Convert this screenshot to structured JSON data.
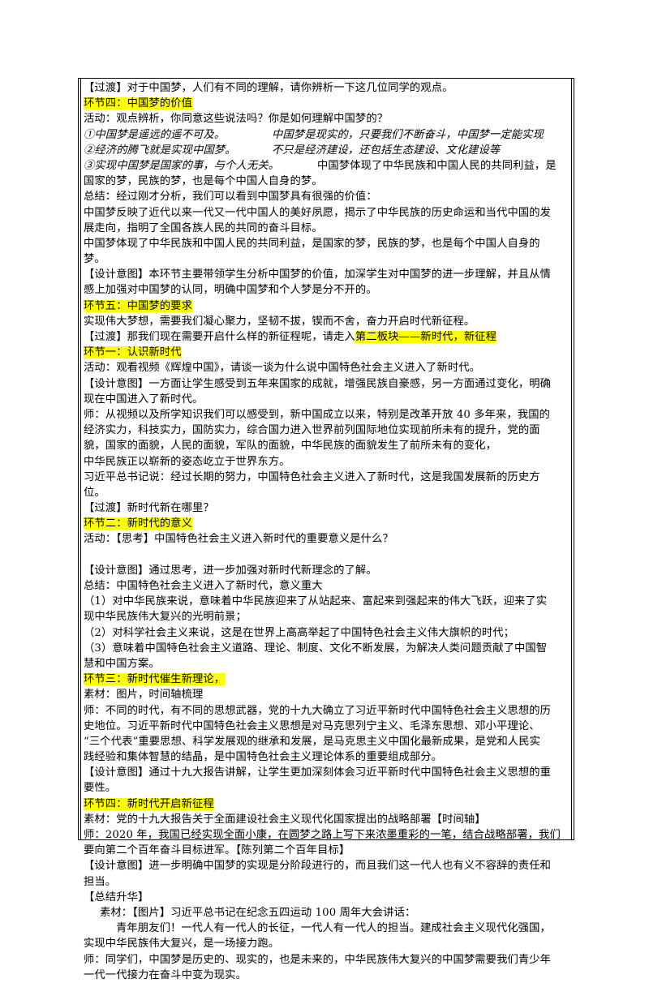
{
  "lines": {
    "l1": "【过渡】对于中国梦，人们有不同的理解，请你辨析一下这几位同学的观点。",
    "l2": "环节四：中国梦的价值",
    "l3": "活动：观点辨析，你同意这些说法吗？你是如何理解中国梦的？",
    "l4a": "①中国梦是遥远的遥不可及。",
    "l4b": "中国梦是现实的，只要我们不断奋斗，中国梦一定能实现",
    "l5a": "②经济的腾飞就是实现中国梦。",
    "l5b": "不只是经济建设，还包括生态建设、文化建设等",
    "l6a": "③实现中国梦是国家的事，与个人无关。",
    "l6b": "中国梦体现了中华民族和中国人民的共同利益，是",
    "l7": "国家的梦，民族的梦，也是每个中国人自身的梦。",
    "l8": "总结：经过刚才分析，我们可以看到中国梦具有很强的价值：",
    "l9": "中国梦反映了近代以来一代又一代中国人的美好夙愿，揭示了中华民族的历史命运和当代中国的发",
    "l10": "展走向，指明了全国各族人民的共同的奋斗目标。",
    "l11": "中国梦体现了中华民族和中国人民的共同利益，是国家的梦，民族的梦，也是每个中国人自身的",
    "l12": "梦。",
    "l13": "【设计意图】本环节主要带领学生分析中国梦的价值，加深学生对中国梦的进一步理解，并且从情",
    "l14": "感上加强对中国梦的认同，明确中国梦和个人梦是分不开的。",
    "l15": "环节五：中国梦的要求",
    "l16": "实现伟大梦想，需要我们凝心聚力，坚韧不拔，锲而不舍，奋力开启时代新征程。",
    "l17a": "【过渡】那我们现在需要开启什么样的新征程呢，请走入",
    "l17b": "第二板块——新时代，新征程",
    "l18": "环节一：认识新时代",
    "l19": "活动：观看视频《辉煌中国》，请谈一谈为什么说中国特色社会主义进入了新时代。",
    "l20": "【设计意图】一方面让学生感受到五年来国家的成就，增强民族自豪感，另一方面通过变化，明确",
    "l21": "现在中国进入了新时代。",
    "l22": "师：从视频以及所学知识我们可以感受到，新中国成立以来，特别是改革开放 40 多年来，我国的",
    "l23": "经济实力，科技实力，国防实力，综合国力进入世界前列国际地位实现前所未有的提升，党的面",
    "l24": "貌，国家的面貌，人民的面貌，军队的面貌，中华民族的面貌发生了前所未有的变化，",
    "l25": "中华民族正以崭新的姿态屹立于世界东方。",
    "l26": "习近平总书记说：经过长期的努力，中国特色社会主义进入了新时代，这是我国发展新的历史方",
    "l27": "位。",
    "l28": "【过渡】新时代新在哪里？",
    "l29": "环节二：新时代的意义",
    "l30": "活动：【思考】中国特色社会主义进入新时代的重要意义是什么？",
    "l31": "【设计意图】通过思考，进一步加强对新时代新理念的了解。",
    "l32": "总结：中国特色社会主义进入了新时代，意义重大",
    "l33": "（1）对中华民族来说，意味着中华民族迎来了从站起来、富起来到强起来的伟大飞跃，迎来了实",
    "l34": "现中华民族伟大复兴的光明前景；",
    "l35": "（2）对科学社会主义来说，这是在世界上高高举起了中国特色社会主义伟大旗帜的时代；",
    "l36": "（3）意味着中国特色社会主义道路、理论、制度、文化不断发展，为解决人类问题贡献了中国智",
    "l37": "慧和中国方案。",
    "l38": "环节三：新时代催生新理论，",
    "l39": "素材：图片，时间轴梳理",
    "l40": "师：不同的时代，有不同的思想武器，党的十九大确立了习近平新时代中国特色社会主义思想的历",
    "l41": "史地位。习近平新时代中国特色社会主义思想是对马克思列宁主义、毛泽东思想、邓小平理论、",
    "l42": "“三个代表”重要思想、科学发展观的继承和发展，是马克思主义中国化最新成果，是党和人民实",
    "l43": "践经验和集体智慧的结晶，是中国特色社会主义理论体系的重要组成部分。",
    "l44": "【设计意图】通过十九大报告讲解，让学生更加深刻体会习近平新时代中国特色社会主义思想的重",
    "l45": "要性。",
    "l46": "环节四：新时代开启新征程",
    "l47": "素材：党的十九大报告关于全面建设社会主义现代化国家提出的战略部署【时间轴】",
    "l48": "师：2020 年，我国已经实现全面小康，在圆梦之路上写下来浓墨重彩的一笔，结合战略部署，我们",
    "l49": "要向第二个百年奋斗目标进军。【陈列第二个百年目标】",
    "l50": "【设计意图】进一步明确中国梦的实现是分阶段进行的，而且我们这一代人也有义不容辞的责任和",
    "l51": "担当。",
    "l52": "【总结升华】",
    "l53": "素材：【图片】习近平总书记在纪念五四运动 100 周年大会讲话：",
    "l54": "青年朋友们！一代人有一代人的长征，一代人有一代人的担当。建成社会主义现代化强国，",
    "l55": "实现中华民族伟大复兴，是一场接力跑。",
    "l56": "师：同学们，中国梦是历史的、现实的，也是未来的，中华民族伟大复兴的中国梦需要我们青少年",
    "l57": "一代一代接力在奋斗中变为现实。"
  },
  "colors": {
    "highlight": "#ffff00",
    "border": "#000000"
  }
}
